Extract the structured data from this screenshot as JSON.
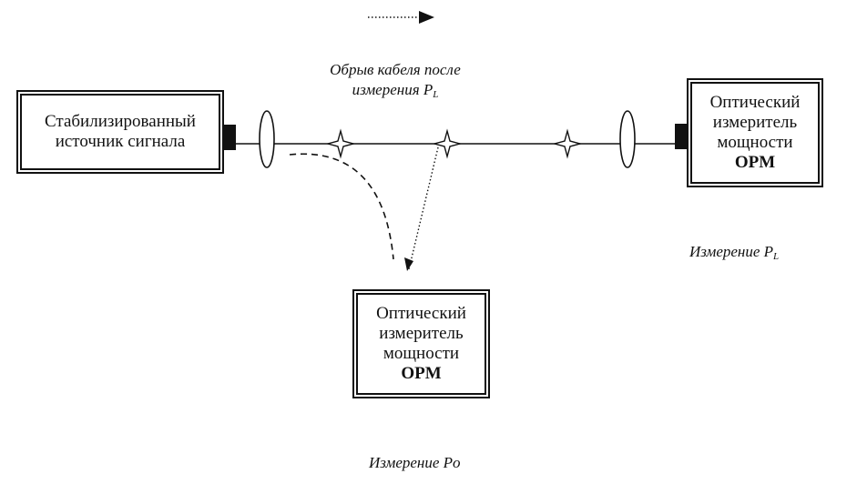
{
  "source_box": {
    "line1": "Стабилизированный",
    "line2": "источник сигнала"
  },
  "opm_right": {
    "line1": "Оптический",
    "line2": "измеритель",
    "line3": "мощности",
    "line4": "OPM"
  },
  "opm_bottom": {
    "line1": "Оптический",
    "line2": "измеритель",
    "line3": "мощности",
    "line4": "OPM"
  },
  "captions": {
    "break_line1": "Обрыв кабеля после",
    "break_line2": "измерения P",
    "break_sub": "L",
    "measure_pl": "Измерение P",
    "measure_pl_sub": "L",
    "measure_po": "Измерение Po"
  }
}
